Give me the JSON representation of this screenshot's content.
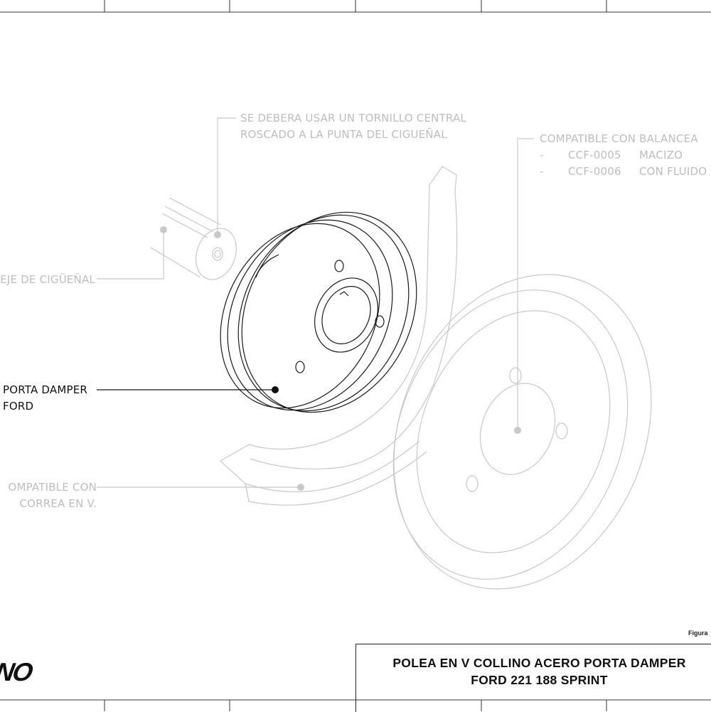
{
  "callouts": {
    "tornillo": {
      "line1": "SE DEBERA USAR UN TORNILLO CENTRAL",
      "line2": "ROSCADO A LA PUNTA DEL CIGUEÑAL"
    },
    "balanceador": {
      "heading": "COMPATIBLE CON BALANCEA",
      "rows": [
        {
          "dash": "-",
          "code": "CCF-0005",
          "desc": "MACIZO"
        },
        {
          "dash": "-",
          "code": "CCF-0006",
          "desc": "CON FLUIDO"
        }
      ]
    },
    "eje": {
      "label": "EJE DE CIGÜEÑAL"
    },
    "polea": {
      "line1": "PORTA DAMPER",
      "line2": "FORD"
    },
    "correa": {
      "line1": "OMPATIBLE CON",
      "line2": "CORREA EN V."
    }
  },
  "title_block": {
    "line1": "POLEA EN V COLLINO ACERO PORTA DAMPER",
    "line2": "FORD 221 188 SPRINT",
    "figure_label": "Figura"
  },
  "logo": {
    "text": "NO"
  },
  "colors": {
    "faded": "#bdbdbd",
    "dark": "#111111",
    "line_faded": "#c8c8c8",
    "line_dark": "#1a1a1a"
  }
}
